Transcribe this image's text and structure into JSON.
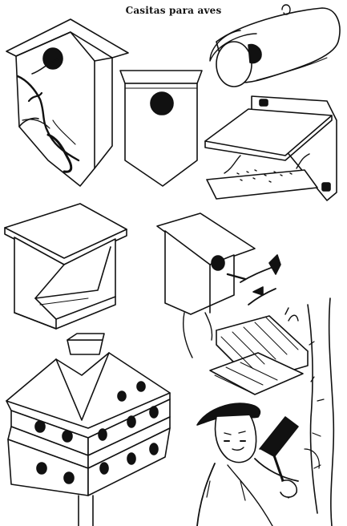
{
  "page": {
    "title": "Casitas para aves"
  },
  "illustrations": [
    {
      "id": "birdhouse-on-branch",
      "kind": "bird house mounted on a branch with round entrance"
    },
    {
      "id": "log-birdhouse",
      "kind": "cylindrical log bird house with hanging hook"
    },
    {
      "id": "pointed-birdhouse",
      "kind": "pointed-bottom wall bird house"
    },
    {
      "id": "wall-feeder",
      "kind": "wall-mounted bird feeder with roof and seed tray"
    },
    {
      "id": "z-shaped-feeder",
      "kind": "slanted bird feeder with roof and tray"
    },
    {
      "id": "post-birdhouse",
      "kind": "box bird house with perch on a tree"
    },
    {
      "id": "martin-house",
      "kind": "multi-compartment martin house on a pole"
    },
    {
      "id": "covered-feeder-tree",
      "kind": "covered feeder attached to a tree"
    },
    {
      "id": "man-with-axe",
      "kind": "man with a hat holding an axe"
    }
  ],
  "colors": {
    "ink": "#111111",
    "paper": "#ffffff"
  }
}
